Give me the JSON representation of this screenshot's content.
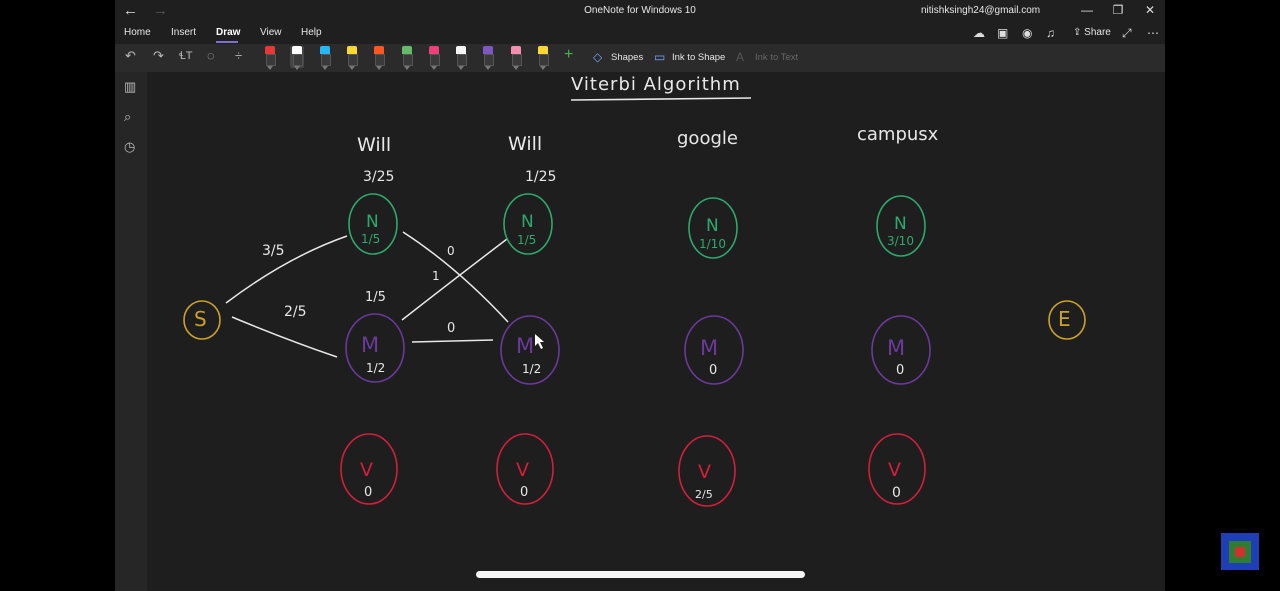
{
  "app": {
    "title": "OneNote for Windows 10",
    "account": "nitishksingh24@gmail.com",
    "back": "←",
    "forward": "→",
    "minimize": "—",
    "restore": "❐",
    "close": "✕"
  },
  "tabs": [
    {
      "label": "Home"
    },
    {
      "label": "Insert"
    },
    {
      "label": "Draw",
      "active": true
    },
    {
      "label": "View"
    },
    {
      "label": "Help"
    }
  ],
  "header_actions": {
    "share": "Share",
    "more": "⋯"
  },
  "toolbar": {
    "undo": "↶",
    "redo": "↷",
    "pens": [
      {
        "color": "#e53935"
      },
      {
        "color": "#ffffff",
        "selected": true
      },
      {
        "color": "#29b6f6"
      },
      {
        "color": "#fdd835"
      },
      {
        "color": "#ff5722"
      },
      {
        "color": "#66bb6a"
      },
      {
        "color": "#ec407a"
      },
      {
        "color": "#f5f5f5"
      },
      {
        "color": "#7e57c2"
      },
      {
        "color": "#f48fb1"
      },
      {
        "color": "#fdd835"
      }
    ],
    "add": "+",
    "shapes": "Shapes",
    "ink_to_shape": "Ink to Shape",
    "ink_to_text": "Ink to Text"
  },
  "ink": {
    "title": "Viterbi Algorithm",
    "words": [
      "Will",
      "Will",
      "google",
      "campusx"
    ],
    "emission_labels": [
      "3/25",
      "1/25"
    ],
    "start": "S",
    "end": "E",
    "nodes": {
      "N": {
        "letter": "N",
        "values": [
          "1/5",
          "1/5",
          "1/10",
          "3/10"
        ],
        "color": "#2ea86e"
      },
      "M": {
        "letter": "M",
        "values": [
          "1/2",
          "1/2",
          "0",
          "0"
        ],
        "color": "#6a3a9a"
      },
      "V": {
        "letter": "V",
        "values": [
          "0",
          "0",
          "2/5",
          "0"
        ],
        "color": "#d21f3c"
      }
    },
    "edge_labels": {
      "s_n": "3/5",
      "s_m": "2/5",
      "m_top": "1/5",
      "n_to_m": "0",
      "m_to_n": "1",
      "m_to_m": "0"
    },
    "start_color": "#c9a227"
  }
}
